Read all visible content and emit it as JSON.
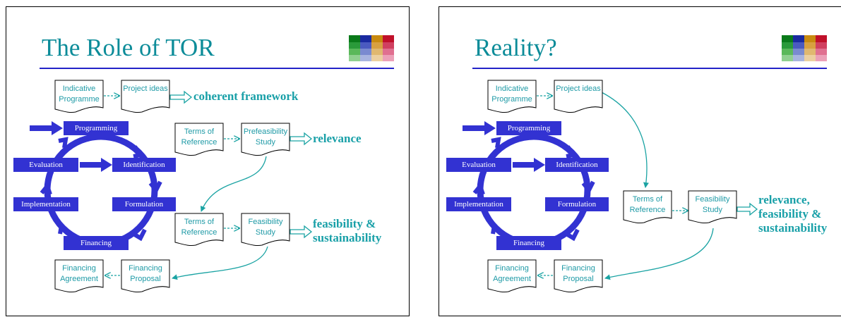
{
  "colors": {
    "title": "#0c8c99",
    "teal_text": "#19a0a8",
    "cycle_blue": "#3232d2",
    "rule_blue": "#2323c8",
    "connector_teal": "#1aa3a3"
  },
  "slides": [
    {
      "title": "The Role of TOR",
      "documents": {
        "indicative": "Indicative Programme",
        "project_ideas": "Project ideas",
        "tor1": "Terms of Reference",
        "prefeasibility": "Prefeasibility Study",
        "tor2": "Terms of Reference",
        "feasibility": "Feasibility Study",
        "financing_agreement": "Financing Agreement",
        "financing_proposal": "Financing Proposal"
      },
      "notes": {
        "coherent": "coherent framework",
        "relevance": "relevance",
        "feas_line1": "feasibility &",
        "feas_line2": "sustainability"
      },
      "cycle": {
        "programming": "Programming",
        "evaluation": "Evaluation",
        "identification": "Identification",
        "implementation": "Implementation",
        "formulation": "Formulation",
        "financing": "Financing"
      }
    },
    {
      "title": "Reality?",
      "documents": {
        "indicative": "Indicative Programme",
        "project_ideas": "Project ideas",
        "tor": "Terms of Reference",
        "feasibility": "Feasibility Study",
        "financing_agreement": "Financing Agreement",
        "financing_proposal": "Financing Proposal"
      },
      "notes": {
        "line1": "relevance,",
        "line2": "feasibility &",
        "line3": "sustainability"
      },
      "cycle": {
        "programming": "Programming",
        "evaluation": "Evaluation",
        "identification": "Identification",
        "implementation": "Implementation",
        "formulation": "Formulation",
        "financing": "Financing"
      }
    }
  ]
}
